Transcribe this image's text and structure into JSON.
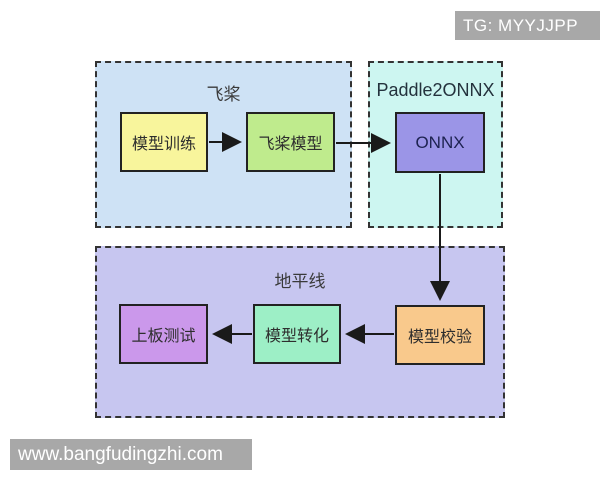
{
  "badge": {
    "label": "TG: MYYJJPP"
  },
  "watermark": {
    "label": "www.bangfudingzhi.com"
  },
  "diagram": {
    "groups": [
      {
        "id": "paddle",
        "label": "飞桨",
        "fill": "#cee2f5"
      },
      {
        "id": "paddle2onnx",
        "label": "Paddle2ONNX",
        "fill": "#cdf6f1"
      },
      {
        "id": "horizon",
        "label": "地平线",
        "fill": "#c7c6f0"
      }
    ],
    "nodes": [
      {
        "id": "train",
        "label": "模型训练",
        "group": "paddle",
        "fill": "#f8f59c"
      },
      {
        "id": "pmodel",
        "label": "飞桨模型",
        "group": "paddle",
        "fill": "#bfeb8d"
      },
      {
        "id": "onnx",
        "label": "ONNX",
        "group": "paddle2onnx",
        "fill": "#9b95e7"
      },
      {
        "id": "check",
        "label": "模型校验",
        "group": "horizon",
        "fill": "#f9c98c"
      },
      {
        "id": "convert",
        "label": "模型转化",
        "group": "horizon",
        "fill": "#9defc6"
      },
      {
        "id": "test",
        "label": "上板测试",
        "group": "horizon",
        "fill": "#cb98eb"
      }
    ],
    "edges": [
      {
        "from": "train",
        "to": "pmodel"
      },
      {
        "from": "pmodel",
        "to": "onnx"
      },
      {
        "from": "onnx",
        "to": "check"
      },
      {
        "from": "check",
        "to": "convert"
      },
      {
        "from": "convert",
        "to": "test"
      }
    ],
    "colors": {
      "edge": "#1a1a1a",
      "group_border": "#333333",
      "node_border": "#222222",
      "badge_bg": "#a8a8a8",
      "watermark_bg": "#a8a8a8"
    }
  }
}
